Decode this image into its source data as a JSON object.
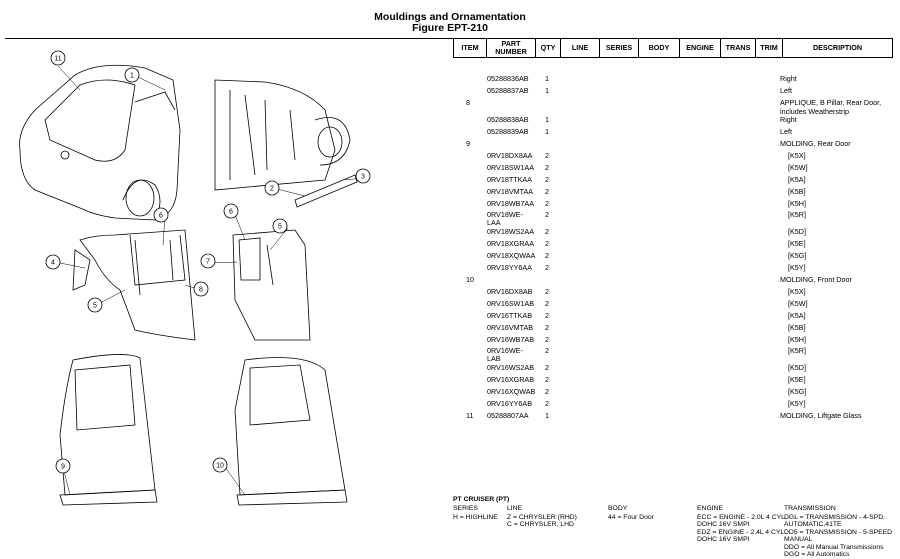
{
  "header": {
    "title": "Mouldings and Ornamentation",
    "figure": "Figure EPT-210"
  },
  "columns": [
    "ITEM",
    "PART NUMBER",
    "QTY",
    "LINE",
    "SERIES",
    "BODY",
    "ENGINE",
    "TRANS",
    "TRIM",
    "DESCRIPTION"
  ],
  "callouts": [
    "1",
    "2",
    "3",
    "4",
    "5",
    "6",
    "7",
    "8",
    "9",
    "10",
    "11"
  ],
  "rows": [
    {
      "item": "",
      "pn": "05288836AB",
      "qty": "1",
      "desc": "Right"
    },
    {
      "item": "",
      "pn": "05288837AB",
      "qty": "1",
      "desc": "Left"
    },
    {
      "item": "8",
      "pn": "",
      "qty": "",
      "desc": "APPLIQUE, B Pillar, Rear Door,"
    },
    {
      "item": "",
      "pn": "",
      "qty": "",
      "desc": "includes Weatherstrip"
    },
    {
      "item": "",
      "pn": "05288838AB",
      "qty": "1",
      "desc": "Right"
    },
    {
      "item": "",
      "pn": "05288839AB",
      "qty": "1",
      "desc": "Left"
    },
    {
      "item": "9",
      "pn": "",
      "qty": "",
      "desc": "MOLDING, Rear Door"
    },
    {
      "item": "",
      "pn": "0RV18DX8AA",
      "qty": "2",
      "desc": "[K5X]"
    },
    {
      "item": "",
      "pn": "0RV18SW1AA",
      "qty": "2",
      "desc": "[K5W]"
    },
    {
      "item": "",
      "pn": "0RV18TTKAA",
      "qty": "2",
      "desc": "[K5A]"
    },
    {
      "item": "",
      "pn": "0RV18VMTAA",
      "qty": "2",
      "desc": "[K5B]"
    },
    {
      "item": "",
      "pn": "0RV18WB7AA",
      "qty": "2",
      "desc": "[K5H]"
    },
    {
      "item": "",
      "pn": "0RV18WE-",
      "qty": "2",
      "desc": "[K5R]"
    },
    {
      "item": "",
      "pn": "LAA",
      "qty": "",
      "desc": ""
    },
    {
      "item": "",
      "pn": "0RV18WS2AA",
      "qty": "2",
      "desc": "[K5D]"
    },
    {
      "item": "",
      "pn": "0RV18XGRAA",
      "qty": "2",
      "desc": "[K5E]"
    },
    {
      "item": "",
      "pn": "0RV18XQWAA",
      "qty": "2",
      "desc": "[K5G]"
    },
    {
      "item": "",
      "pn": "0RV18YY6AA",
      "qty": "2",
      "desc": "[K5Y]"
    },
    {
      "item": "10",
      "pn": "",
      "qty": "",
      "desc": "MOLDING, Front Door"
    },
    {
      "item": "",
      "pn": "0RV16DX8AB",
      "qty": "2",
      "desc": "[K5X]"
    },
    {
      "item": "",
      "pn": "0RV16SW1AB",
      "qty": "2",
      "desc": "[K5W]"
    },
    {
      "item": "",
      "pn": "0RV16TTKAB",
      "qty": "2",
      "desc": "[K5A]"
    },
    {
      "item": "",
      "pn": "0RV16VMTAB",
      "qty": "2",
      "desc": "[K5B]"
    },
    {
      "item": "",
      "pn": "0RV16WB7AB",
      "qty": "2",
      "desc": "[K5H]"
    },
    {
      "item": "",
      "pn": "0RV16WE-",
      "qty": "2",
      "desc": "[K5R]"
    },
    {
      "item": "",
      "pn": "LAB",
      "qty": "",
      "desc": ""
    },
    {
      "item": "",
      "pn": "0RV16WS2AB",
      "qty": "2",
      "desc": "[K5D]"
    },
    {
      "item": "",
      "pn": "0RV16XGRAB",
      "qty": "2",
      "desc": "[K5E]"
    },
    {
      "item": "",
      "pn": "0RV16XQWAB",
      "qty": "2",
      "desc": "[K5G]"
    },
    {
      "item": "",
      "pn": "0RV16YY6AB",
      "qty": "2",
      "desc": "[K5Y]"
    },
    {
      "item": "11",
      "pn": "05288807AA",
      "qty": "1",
      "desc": "MOLDING, Liftgate Glass"
    }
  ],
  "legend": {
    "title": "PT CRUISER (PT)",
    "series_h": "SERIES",
    "series_v": "H = HIGHLINE",
    "line_h": "LINE",
    "line_v1": "Z = CHRYSLER (RHD)",
    "line_v2": "C = CHRYSLER, LHD",
    "body_h": "BODY",
    "body_v": "44 = Four Door",
    "engine_h": "ENGINE",
    "engine_v1": "ECC = ENGINE - 2.0L 4 CYL",
    "engine_v2": "DOHC 16V SMPI",
    "engine_v3": "EDZ = ENGINE - 2.4L 4 CYL",
    "engine_v4": "DOHC 16V SMPI",
    "trans_h": "TRANSMISSION",
    "trans_v1": "DGL = TRANSMISSION - 4-SPD.",
    "trans_v2": "AUTOMATIC,41TE",
    "trans_v3": "DD5 = TRANSMISSION - 5-SPEED",
    "trans_v4": "MANUAL",
    "trans_v5": "DDO = All Manual Transmissions",
    "trans_v6": "DGO = All Automatics"
  }
}
